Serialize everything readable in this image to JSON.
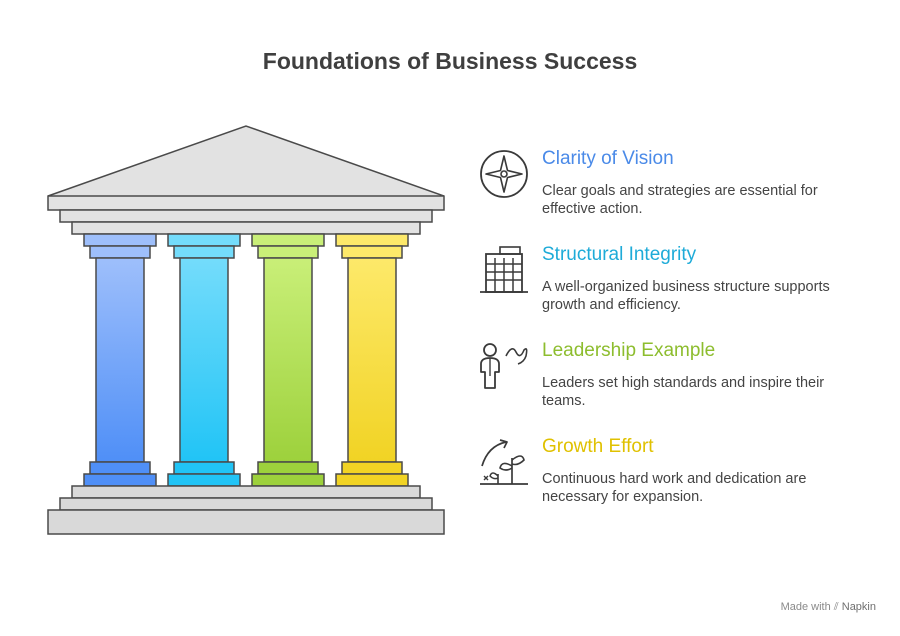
{
  "title": "Foundations of Business Success",
  "pillars": [
    {
      "heading": "Clarity of Vision",
      "description": "Clear goals and strategies are essential for effective action.",
      "color": "#4f8ff7",
      "light": "#9ebffb",
      "icon": "compass-icon"
    },
    {
      "heading": "Structural Integrity",
      "description": "A well-organized business structure supports growth and efficiency.",
      "color": "#21c4f6",
      "light": "#74dcfb",
      "icon": "building-icon"
    },
    {
      "heading": "Leadership Example",
      "description": "Leaders set high standards and inspire their teams.",
      "color": "#9dd13c",
      "light": "#c9ef78",
      "icon": "leader-icon"
    },
    {
      "heading": "Growth Effort",
      "description": "Continuous hard work and dedication are necessary for expansion.",
      "color": "#f1d324",
      "light": "#fde96a",
      "icon": "growth-plant-icon"
    }
  ],
  "credit": {
    "made_with": "Made with",
    "brand": "Napkin"
  }
}
